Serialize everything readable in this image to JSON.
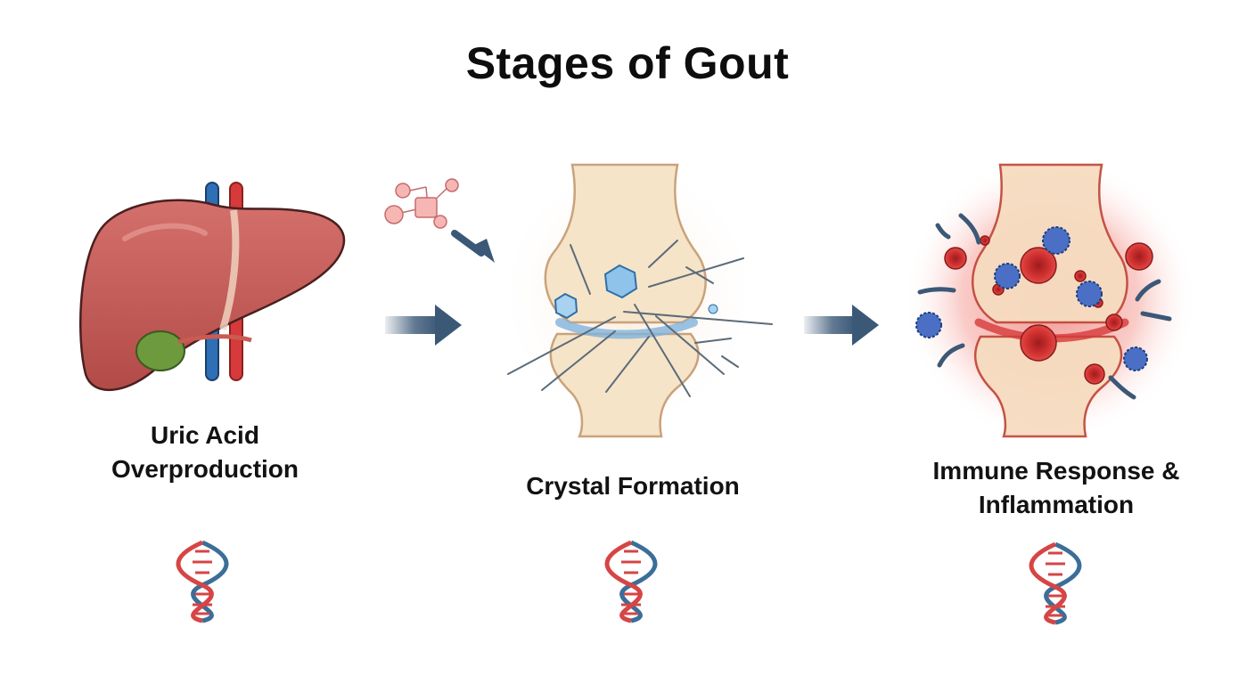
{
  "diagram": {
    "title": "Stages of Gout",
    "stages": [
      {
        "label_lines": [
          "Uric Acid",
          "Overproduction"
        ],
        "illustration": "liver-illustration",
        "footer_icon": "dna-icon"
      },
      {
        "label_lines": [
          "Crystal Formation"
        ],
        "illustration": "joint-crystals-illustration",
        "footer_icon": "dna-icon"
      },
      {
        "label_lines": [
          "Immune Response &",
          "Inflammation"
        ],
        "illustration": "inflamed-joint-illustration",
        "footer_icon": "dna-icon"
      }
    ],
    "colors": {
      "liver": "#c75a57",
      "gallbladder": "#6d9a3c",
      "artery": "#d63a3a",
      "vein": "#2e6fb5",
      "bone": "#f6e4c8",
      "crystal": "#7fb3dd",
      "arrow": "#3b5877",
      "inflammation": "#e8403a",
      "immune_cell": "#4a6fc4",
      "dna_blue": "#3b6e98",
      "dna_red": "#d64545"
    }
  }
}
